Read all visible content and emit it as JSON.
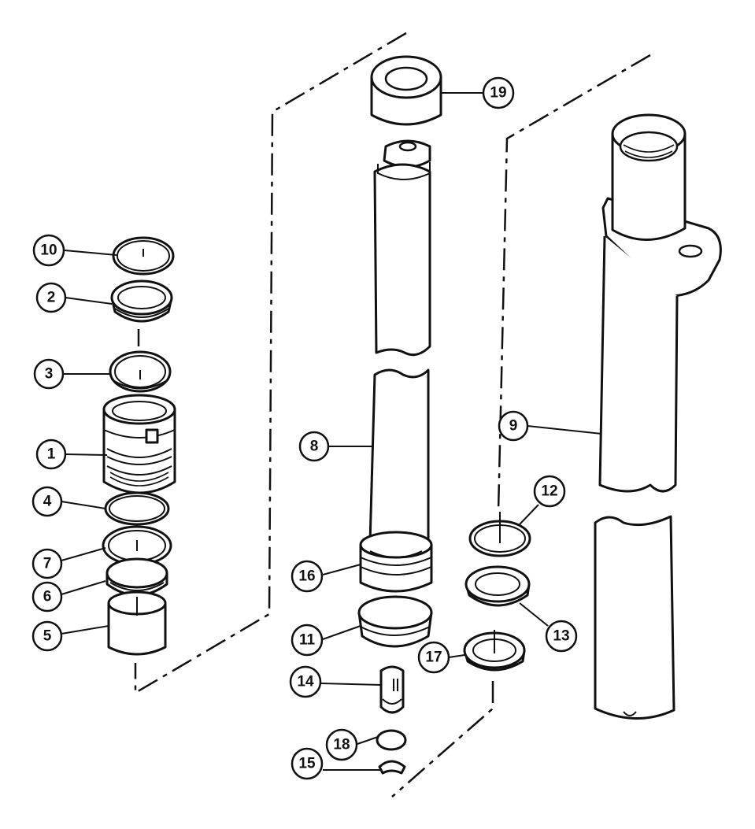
{
  "colors": {
    "ink": "#111111",
    "paper": "#ffffff"
  },
  "callouts": [
    {
      "id": "c10",
      "label": "10"
    },
    {
      "id": "c2",
      "label": "2"
    },
    {
      "id": "c3",
      "label": "3"
    },
    {
      "id": "c1",
      "label": "1"
    },
    {
      "id": "c4",
      "label": "4"
    },
    {
      "id": "c7",
      "label": "7"
    },
    {
      "id": "c6",
      "label": "6"
    },
    {
      "id": "c5",
      "label": "5"
    },
    {
      "id": "c19",
      "label": "19"
    },
    {
      "id": "c8",
      "label": "8"
    },
    {
      "id": "c16",
      "label": "16"
    },
    {
      "id": "c11",
      "label": "11"
    },
    {
      "id": "c14",
      "label": "14"
    },
    {
      "id": "c18",
      "label": "18"
    },
    {
      "id": "c15",
      "label": "15"
    },
    {
      "id": "c9",
      "label": "9"
    },
    {
      "id": "c12",
      "label": "12"
    },
    {
      "id": "c13",
      "label": "13"
    },
    {
      "id": "c17",
      "label": "17"
    }
  ]
}
